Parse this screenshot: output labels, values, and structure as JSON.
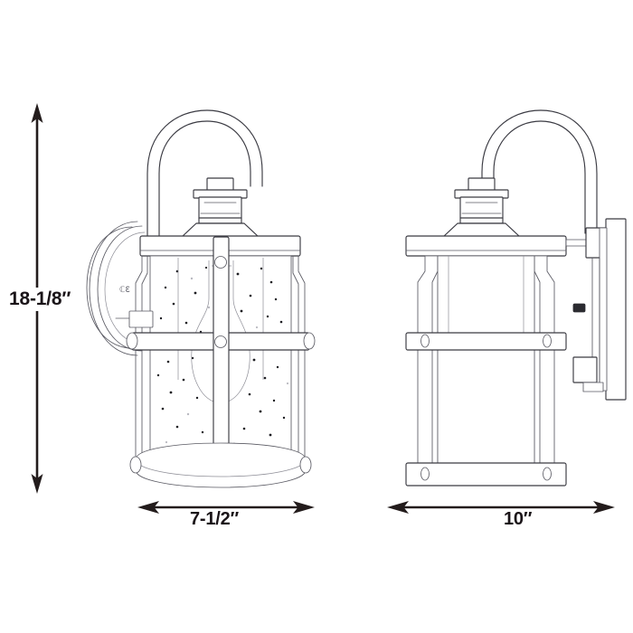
{
  "document": {
    "type": "product-dimension-drawing",
    "subject": "wall lantern light fixture",
    "background_color": "#ffffff",
    "line_color": "#3a3a42",
    "dimension_color": "#231c1c"
  },
  "dimensions": {
    "height": {
      "label": "18-1/8″",
      "orientation": "vertical",
      "arrow_style": "double-headed",
      "measures": "overall fixture height"
    },
    "front_width": {
      "label": "7-1/2″",
      "orientation": "horizontal",
      "arrow_style": "double-headed",
      "measures": "front view lantern width"
    },
    "side_width": {
      "label": "10″",
      "orientation": "horizontal",
      "arrow_style": "double-headed",
      "measures": "side view projection from wall"
    }
  },
  "views": {
    "front": {
      "name": "front elevation",
      "parts": [
        "gooseneck-arm",
        "stepped-finial-cap",
        "top-collar-flange",
        "seeded-glass-cylinder",
        "vertical-cage-bar",
        "horizontal-cage-band",
        "bulb-silhouette",
        "round-wall-backplate",
        "bottom-base-ring"
      ]
    },
    "side": {
      "name": "side elevation",
      "parts": [
        "gooseneck-arm",
        "stepped-finial-cap",
        "top-collar-flange",
        "cage-frame-bars",
        "horizontal-cage-band",
        "wall-mount-plate",
        "mounting-set-screw",
        "bottom-base-ring"
      ]
    }
  }
}
